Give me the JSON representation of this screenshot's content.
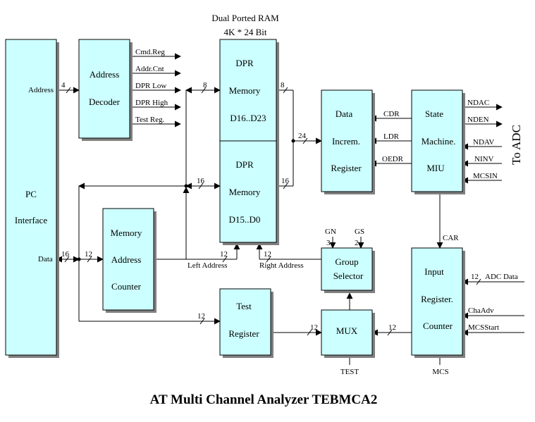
{
  "title": "AT Multi Channel Analyzer TEBMCA2",
  "dpr_header": {
    "line1": "Dual Ported RAM",
    "line2": "4K * 24 Bit"
  },
  "blocks": {
    "pc_interface": {
      "line1": "PC",
      "line2": "Interface"
    },
    "address_decoder": {
      "line1": "Address",
      "line2": "Decoder"
    },
    "dpr_high": {
      "line1": "DPR",
      "line2": "Memory",
      "line3": "D16..D23"
    },
    "dpr_low": {
      "line1": "DPR",
      "line2": "Memory",
      "line3": "D15..D0"
    },
    "memory_address_counter": {
      "line1": "Memory",
      "line2": "Address",
      "line3": "Counter"
    },
    "test_register": {
      "line1": "Test",
      "line2": "Register"
    },
    "data_increm_register": {
      "line1": "Data",
      "line2": "Increm.",
      "line3": "Register"
    },
    "state_machine": {
      "line1": "State",
      "line2": "Machine.",
      "line3": "MIU"
    },
    "group_selector": {
      "line1": "Group",
      "line2": "Selector"
    },
    "mux": {
      "line1": "MUX"
    },
    "input_register_counter": {
      "line1": "Input",
      "line2": "Register.",
      "line3": "Counter"
    }
  },
  "signals": {
    "address": "Address",
    "data": "Data",
    "cmd_reg": "Cmd.Reg",
    "addr_cnt": "Addr.Cnt",
    "dpr_low": "DPR Low",
    "dpr_high": "DPR High",
    "test_reg": "Test Reg.",
    "cdr": "CDR",
    "ldr": "LDR",
    "oedr": "OEDR",
    "ndac": "NDAC",
    "nden": "NDEN",
    "ndav": "NDAV",
    "ninv": "NINV",
    "mcsin": "MCSIN",
    "to_adc": "To ADC",
    "car": "CAR",
    "gn": "GN",
    "gs": "GS",
    "gn_width": "3",
    "gs_width": "2",
    "left_address": "Left Address",
    "right_address": "Right Address",
    "adc_data": "ADC Data",
    "cha_adv": "ChaAdv",
    "mcs_start": "MCSStart",
    "test": "TEST",
    "mcs": "MCS"
  },
  "bus_widths": {
    "address_in": "4",
    "dpr_high_in": "8",
    "dpr_high_out": "8",
    "dpr_low_in": "16",
    "dpr_low_out": "16",
    "to_data_register": "24",
    "data_pc": "16",
    "data_counter": "12",
    "left_address": "12",
    "right_address": "12",
    "test_reg_in": "12",
    "test_to_mux": "12",
    "input_to_mux": "12",
    "adc_data": "12"
  }
}
